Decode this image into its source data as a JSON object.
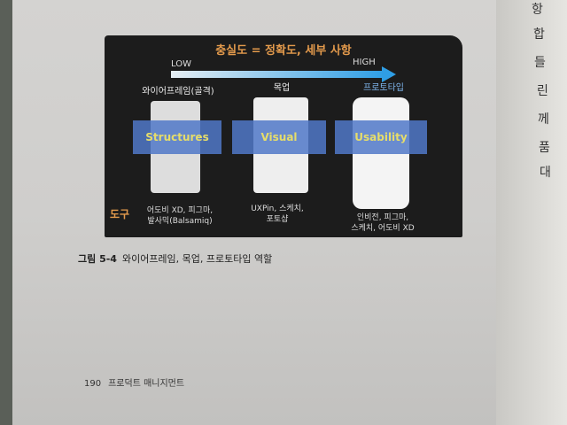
{
  "figure": {
    "title": "충실도 = 정확도, 세부 사항",
    "low": "LOW",
    "high": "HIGH",
    "columns": [
      {
        "heading": "와이어프레임(골격)",
        "band": "Structures",
        "tools_line1": "어도비 XD, 피그마,",
        "tools_line2": "발사믹(Balsamiq)"
      },
      {
        "heading": "목업",
        "band": "Visual",
        "tools_line1": "UXPin, 스케치,",
        "tools_line2": "포토샵"
      },
      {
        "heading": "프로토타입",
        "band": "Usability",
        "tools_line1": "인비전, 피그마,",
        "tools_line2": "스케치, 어도비 XD"
      }
    ],
    "tools_label": "도구"
  },
  "caption": {
    "number": "그림 5-4",
    "text": "와이어프레임, 목업, 프로토타입 역할"
  },
  "footer": {
    "page": "190",
    "book": "프로덕트 매니지먼트"
  },
  "right_page_chars": [
    "항",
    "합",
    "들",
    "린",
    "께",
    "품",
    "대"
  ]
}
